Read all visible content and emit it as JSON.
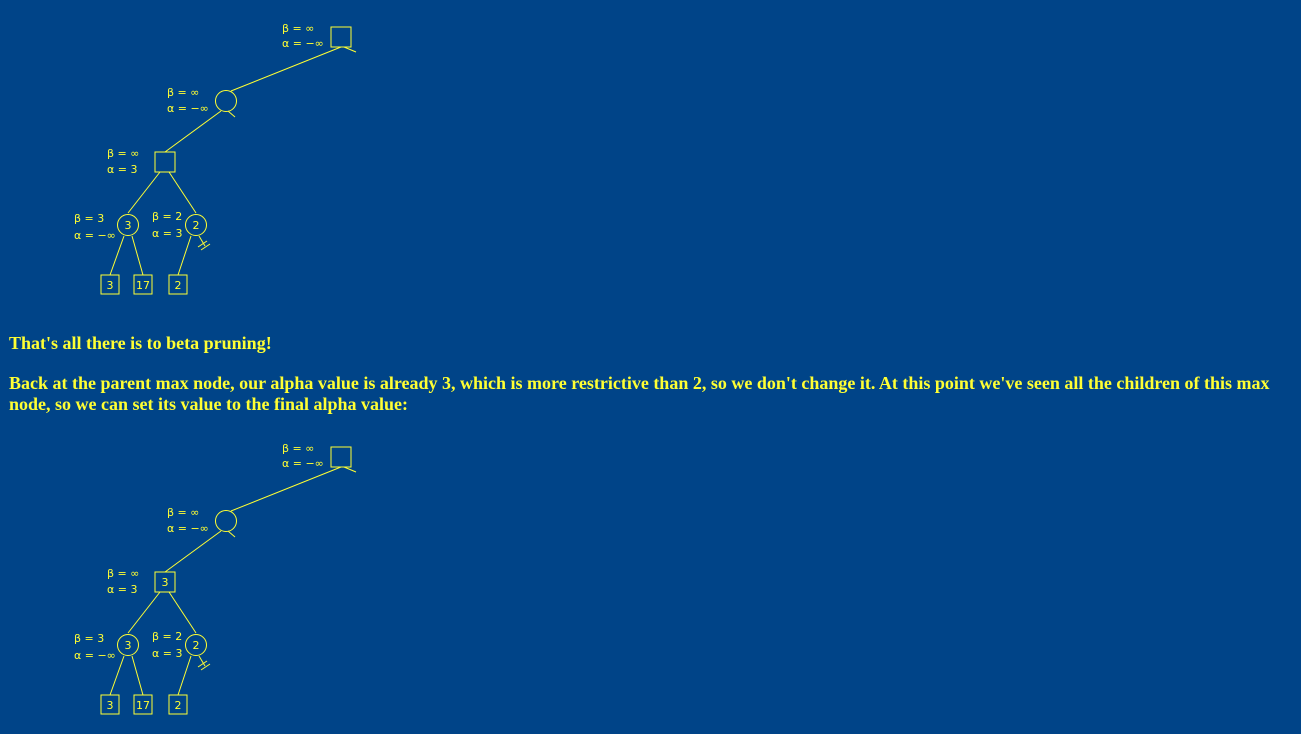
{
  "colors": {
    "background": "#004488",
    "foreground": "#ffff33"
  },
  "text": {
    "summary": "That's all there is to beta pruning!",
    "explanation": "Back at the parent max node, our alpha value is already 3, which is more restrictive than 2, so we don't change it. At this point we've seen all the children of this max node, so we can set its value to the final alpha value:"
  },
  "diagrams": [
    {
      "root": {
        "beta": "β = ∞",
        "alpha": "α = −∞",
        "value": ""
      },
      "min_node": {
        "beta": "β = ∞",
        "alpha": "α = −∞",
        "value": ""
      },
      "max_node": {
        "beta": "β = ∞",
        "alpha": "α = 3",
        "value": ""
      },
      "min_left": {
        "beta": "β = 3",
        "alpha": "α = −∞",
        "value": "3"
      },
      "min_right": {
        "beta": "β = 2",
        "alpha": "α = 3",
        "value": "2"
      },
      "leaves": [
        "3",
        "17",
        "2"
      ]
    },
    {
      "root": {
        "beta": "β = ∞",
        "alpha": "α = −∞",
        "value": ""
      },
      "min_node": {
        "beta": "β = ∞",
        "alpha": "α = −∞",
        "value": ""
      },
      "max_node": {
        "beta": "β = ∞",
        "alpha": "α = 3",
        "value": "3"
      },
      "min_left": {
        "beta": "β = 3",
        "alpha": "α = −∞",
        "value": "3"
      },
      "min_right": {
        "beta": "β = 2",
        "alpha": "α = 3",
        "value": "2"
      },
      "leaves": [
        "3",
        "17",
        "2"
      ]
    }
  ]
}
